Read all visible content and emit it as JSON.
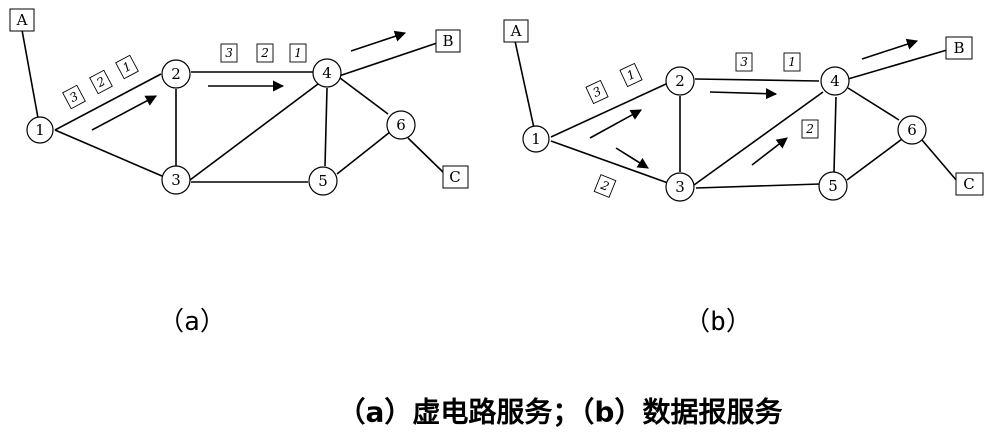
{
  "diagram_a": {
    "hosts": [
      "A",
      "B",
      "C"
    ],
    "nodes": [
      "1",
      "2",
      "3",
      "4",
      "5",
      "6"
    ],
    "packets_1_2": [
      "3",
      "2",
      "1"
    ],
    "packets_2_4": [
      "3",
      "2",
      "1"
    ],
    "sublabel": "（a）"
  },
  "diagram_b": {
    "hosts": [
      "A",
      "B",
      "C"
    ],
    "nodes": [
      "1",
      "2",
      "3",
      "4",
      "5",
      "6"
    ],
    "packets_1_2": [
      "3",
      "1"
    ],
    "packet_1_3": "2",
    "packets_2_4": [
      "3",
      "1"
    ],
    "packet_3_4": "2",
    "sublabel": "（b）"
  },
  "caption": "（a）虚电路服务；（b）数据报服务"
}
